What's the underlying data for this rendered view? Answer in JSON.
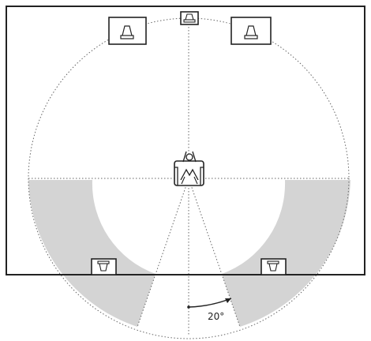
{
  "diagram": {
    "type": "surround-speaker-placement",
    "angle_label": "20°",
    "colors": {
      "background": "#ffffff",
      "line": "#222222",
      "guide": "#666666",
      "shade": "#d4d4d4"
    },
    "speakers": [
      {
        "role": "front-left",
        "facing": "down"
      },
      {
        "role": "center",
        "facing": "down"
      },
      {
        "role": "front-right",
        "facing": "down"
      },
      {
        "role": "surround-left",
        "facing": "up"
      },
      {
        "role": "surround-right",
        "facing": "up"
      }
    ],
    "listener": {
      "icon": "listener-icon"
    }
  }
}
